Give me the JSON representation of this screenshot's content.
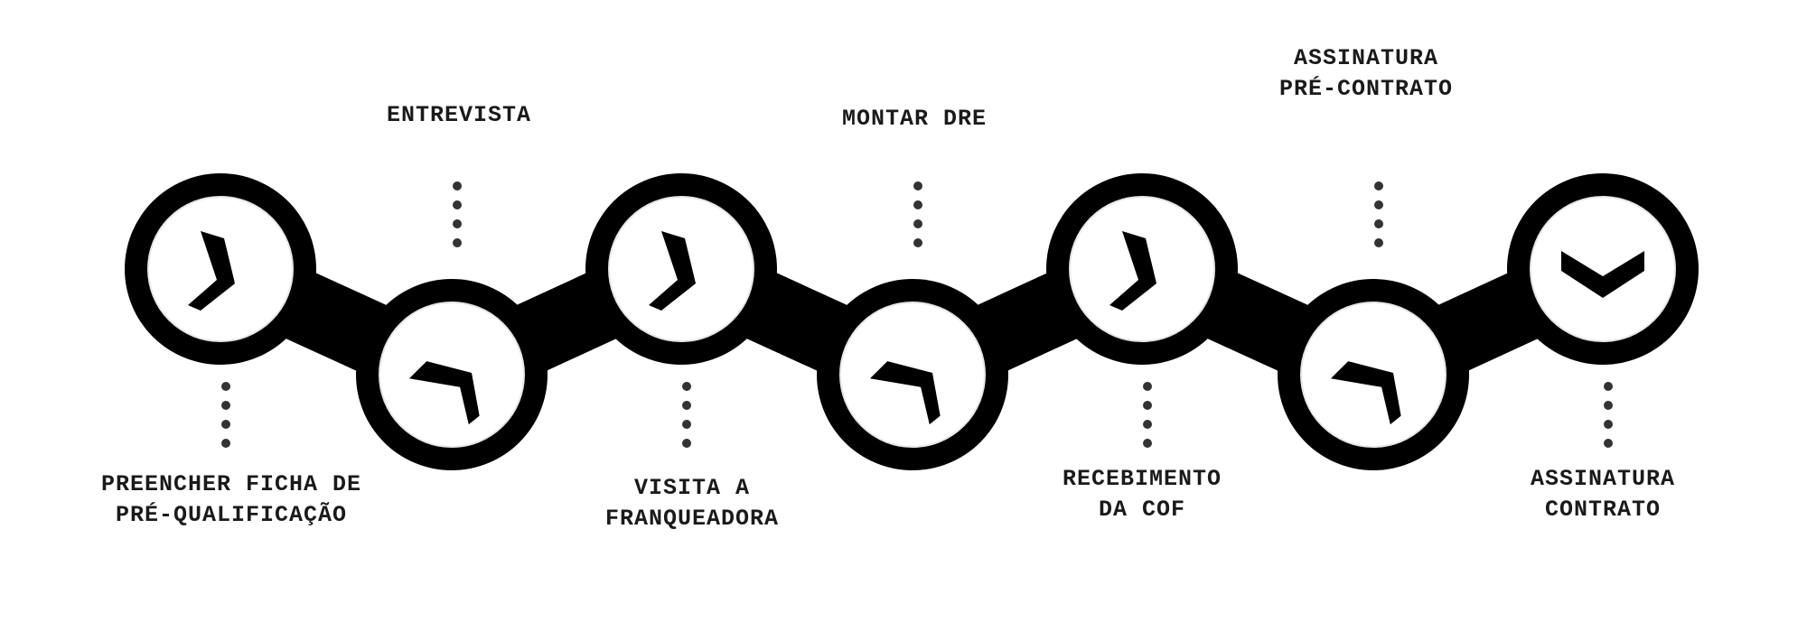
{
  "colors": {
    "ink": "#000000",
    "dots": "#333333",
    "face": "#ffffff",
    "text": "#1a1a1a"
  },
  "steps": [
    {
      "id": "step-1",
      "lines": [
        "PREENCHER FICHA DE",
        "PRÉ-QUALIFICAÇÃO"
      ],
      "icon": "chevron-right-icon"
    },
    {
      "id": "step-2",
      "lines": [
        "ENTREVISTA"
      ],
      "icon": "chevron-right-icon"
    },
    {
      "id": "step-3",
      "lines": [
        "VISITA A",
        "FRANQUEADORA"
      ],
      "icon": "chevron-right-icon"
    },
    {
      "id": "step-4",
      "lines": [
        "MONTAR DRE"
      ],
      "icon": "chevron-right-icon"
    },
    {
      "id": "step-5",
      "lines": [
        "RECEBIMENTO",
        "DA COF"
      ],
      "icon": "chevron-right-icon"
    },
    {
      "id": "step-6",
      "lines": [
        "ASSINATURA",
        "PRÉ-CONTRATO"
      ],
      "icon": "chevron-right-icon"
    },
    {
      "id": "step-7",
      "lines": [
        "ASSINATURA",
        "CONTRATO"
      ],
      "icon": "chevron-down-icon"
    }
  ]
}
